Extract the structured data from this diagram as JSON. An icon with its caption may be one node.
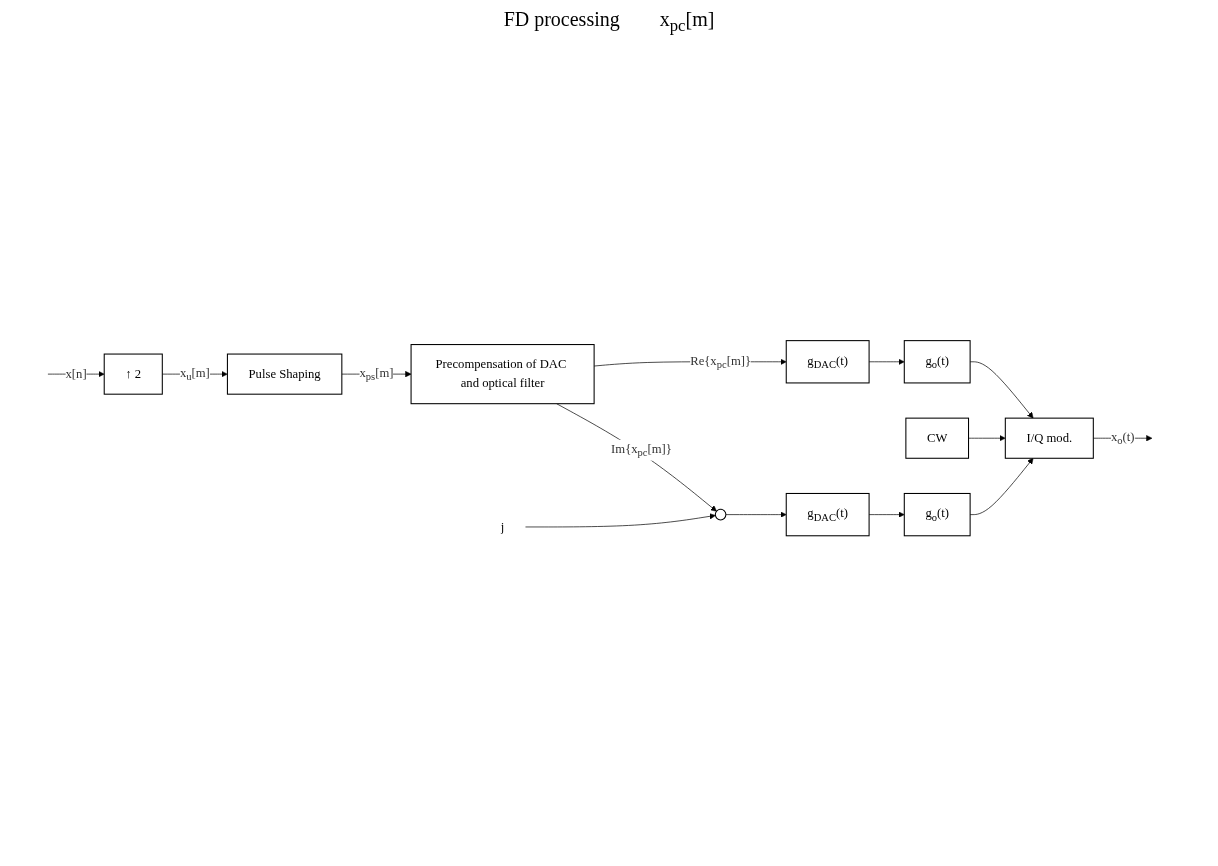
{
  "diagram": {
    "nodes": [
      {
        "text": [
          "↑ 2"
        ]
      },
      {
        "text": [
          "Pulse Shaping"
        ]
      },
      {
        "text": [
          "Precompensation of DAC and optical filter"
        ]
      },
      {
        "text": [
          "g$_{DAC}$(t)"
        ]
      },
      {
        "text": [
          "g$_{o}$(t)"
        ]
      },
      {
        "text": [
          "I/Q mod."
        ]
      },
      {
        "text": [
          "CW"
        ]
      },
      {
        "text": [
          "g$_{DAC}$(t)"
        ]
      },
      {
        "text": [
          "g$_{o}$(t)"
        ]
      },
      {
        "text": [],
        "shape": "circle"
      },
      {
        "text": [
          "j"
        ]
      }
    ],
    "edges": [
      {
        "from": null,
        "to": 0,
        "arrow": "to",
        "label": "x[n]"
      },
      {
        "from": 0,
        "to": 1,
        "arrow": "to",
        "label": "x$_{u}$[m]"
      },
      {
        "from": 1,
        "to": 2,
        "arrow": "to",
        "label": "x$_{ps}$[m]"
      },
      {
        "from": 2,
        "to": 3,
        "arrow": "to",
        "label": "Re{x$_{pc}$[m]}"
      },
      {
        "from": 3,
        "to": 4,
        "arrow": "to"
      },
      {
        "from": 4,
        "to": 5,
        "arrow": "to"
      },
      {
        "from": 6,
        "to": 5,
        "arrow": "to"
      },
      {
        "from": 2,
        "to": 9,
        "arrow": "to",
        "label": "Im{x$_{pc}$[m]}"
      },
      {
        "from": 9,
        "to": 7,
        "arrow": "to"
      },
      {
        "from": 7,
        "to": 8,
        "arrow": "to"
      },
      {
        "from": 8,
        "to": 5,
        "arrow": "to"
      },
      {
        "from": 10,
        "to": 9,
        "arrow": "to"
      },
      {
        "from": 5,
        "to": null,
        "arrow": "to",
        "label": "x$_{o}$(t)"
      }
    ],
    "labels": [
      "FD processing",
      "x$_{pc}$[m]"
    ]
  }
}
